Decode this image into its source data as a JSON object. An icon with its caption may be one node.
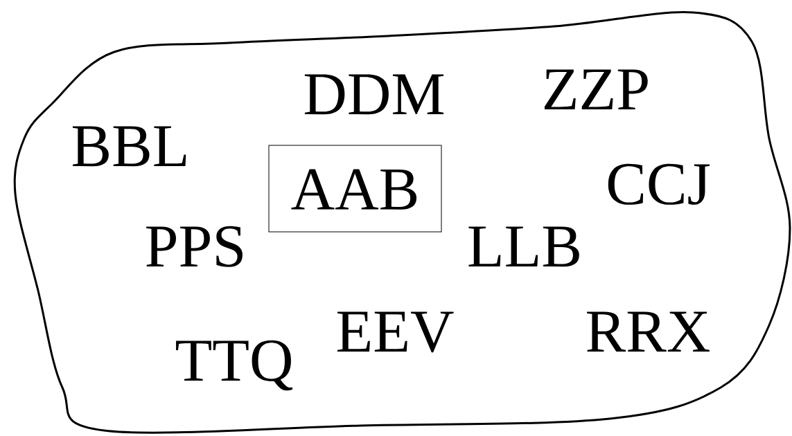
{
  "diagram": {
    "nodes": [
      {
        "text": [
          "BBL",
          "DDM",
          "ZZP",
          "CCJ",
          "PPS",
          "LLB",
          "TTQ",
          "EEV",
          "RRX"
        ]
      },
      {
        "text": [
          "AAB"
        ],
        "in": 0
      }
    ]
  }
}
